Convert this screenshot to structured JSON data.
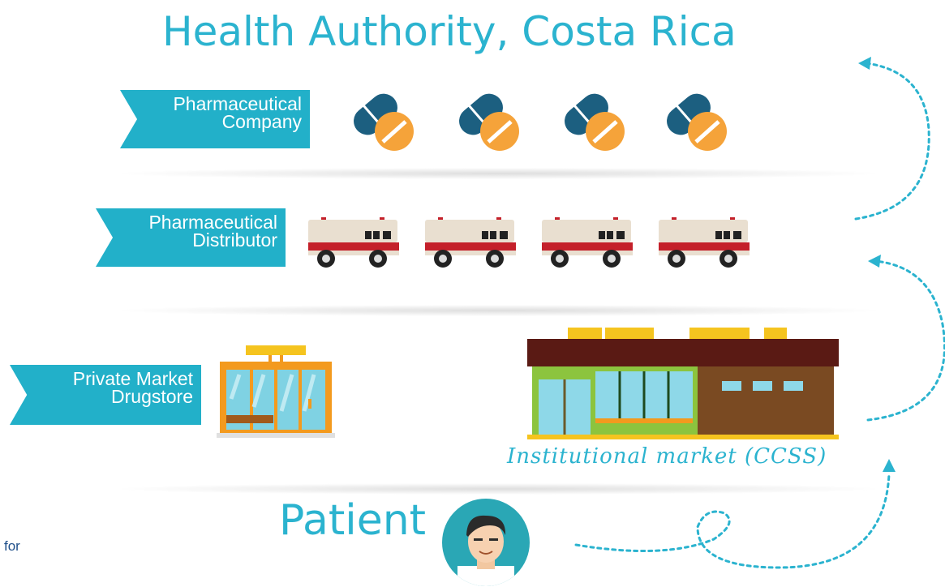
{
  "title": "Health Authority, Costa Rica",
  "rows": {
    "company": {
      "line1": "Pharmaceutical",
      "line2": "Company"
    },
    "distributor": {
      "line1": "Pharmaceutical",
      "line2": "Distributor"
    },
    "drugstore": {
      "line1": "Private Market",
      "line2": "Drugstore"
    }
  },
  "institutional_label": "Institutional market (CCSS)",
  "patient_label": "Patient",
  "stray_text": "for",
  "colors": {
    "accent": "#22b0c9",
    "pill_dark": "#1c5f80",
    "pill_orange": "#f5a33a",
    "truck_red": "#c4202a",
    "truck_body": "#e9dfd0",
    "store_roof": "#5a1a14",
    "store_green": "#8cc43e",
    "store_brown": "#7a4a22"
  },
  "icons": {
    "pills": [
      "pill-icon",
      "pill-icon",
      "pill-icon",
      "pill-icon"
    ],
    "trucks": [
      "truck-icon",
      "truck-icon",
      "truck-icon",
      "truck-icon"
    ],
    "drugstore": "drugstore-icon",
    "institution": "hospital-building-icon",
    "patient": "patient-avatar-icon"
  }
}
